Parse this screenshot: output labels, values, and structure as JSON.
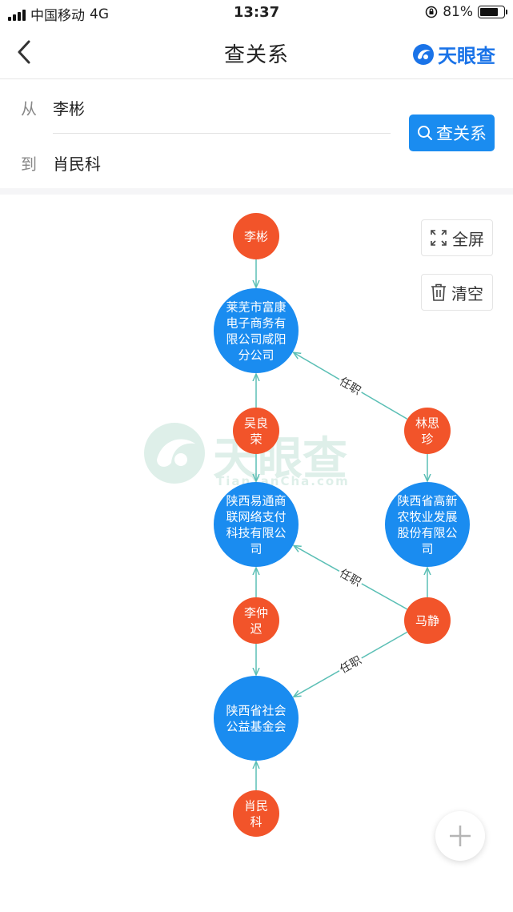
{
  "status_bar": {
    "carrier": "中国移动",
    "network": "4G",
    "time": "13:37",
    "battery_pct_text": "81%",
    "battery_level": 0.81
  },
  "header": {
    "title": "查关系",
    "brand": "天眼查"
  },
  "search": {
    "from_label": "从",
    "from_value": "李彬",
    "to_label": "到",
    "to_value": "肖民科",
    "button_label": "查关系"
  },
  "toolbar": {
    "fullscreen_label": "全屏",
    "clear_label": "清空"
  },
  "watermark": {
    "text": "天眼查",
    "sub": "TianYanCha.com"
  },
  "graph": {
    "nodes": [
      {
        "id": "n1",
        "type": "person",
        "lines": [
          "李彬"
        ]
      },
      {
        "id": "n2",
        "type": "company",
        "lines": [
          "莱芜市富康",
          "电子商务有",
          "限公司咸阳",
          "分公司"
        ]
      },
      {
        "id": "n3",
        "type": "person",
        "lines": [
          "吴良",
          "荣"
        ]
      },
      {
        "id": "n4",
        "type": "person",
        "lines": [
          "林思",
          "珍"
        ]
      },
      {
        "id": "n5",
        "type": "company",
        "lines": [
          "陕西易通商",
          "联网络支付",
          "科技有限公",
          "司"
        ]
      },
      {
        "id": "n6",
        "type": "company",
        "lines": [
          "陕西省高新",
          "农牧业发展",
          "股份有限公",
          "司"
        ]
      },
      {
        "id": "n7",
        "type": "person",
        "lines": [
          "李仲",
          "迟"
        ]
      },
      {
        "id": "n8",
        "type": "person",
        "lines": [
          "马静"
        ]
      },
      {
        "id": "n9",
        "type": "company",
        "lines": [
          "陕西省社会",
          "公益基金会"
        ]
      },
      {
        "id": "n10",
        "type": "person",
        "lines": [
          "肖民",
          "科"
        ]
      }
    ],
    "edges": [
      {
        "from": "n1",
        "to": "n2",
        "label": ""
      },
      {
        "from": "n3",
        "to": "n2",
        "label": ""
      },
      {
        "from": "n4",
        "to": "n2",
        "label": "任职"
      },
      {
        "from": "n3",
        "to": "n5",
        "label": ""
      },
      {
        "from": "n4",
        "to": "n6",
        "label": ""
      },
      {
        "from": "n7",
        "to": "n5",
        "label": ""
      },
      {
        "from": "n8",
        "to": "n5",
        "label": "任职"
      },
      {
        "from": "n8",
        "to": "n6",
        "label": ""
      },
      {
        "from": "n7",
        "to": "n9",
        "label": ""
      },
      {
        "from": "n8",
        "to": "n9",
        "label": "任职"
      },
      {
        "from": "n10",
        "to": "n9",
        "label": ""
      }
    ]
  },
  "colors": {
    "accent": "#1a8cf0",
    "company_node": "#1a8cf0",
    "person_node": "#f2542a",
    "edge": "#5bbfb5",
    "watermark": "#0a8a5c"
  }
}
